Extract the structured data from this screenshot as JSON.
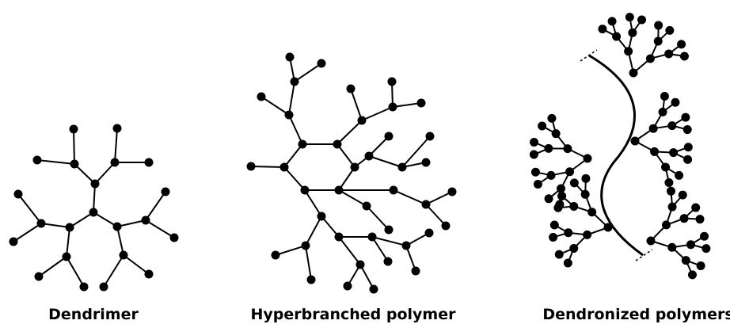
{
  "figure": {
    "panels": [
      {
        "id": "dendrimer",
        "caption": "Dendrimer"
      },
      {
        "id": "hyperbranched",
        "caption": "Hyperbranched polymer"
      },
      {
        "id": "dendronized",
        "caption": "Dendronized polymers"
      }
    ],
    "node_color": "#000000",
    "bond_color": "#000000"
  }
}
